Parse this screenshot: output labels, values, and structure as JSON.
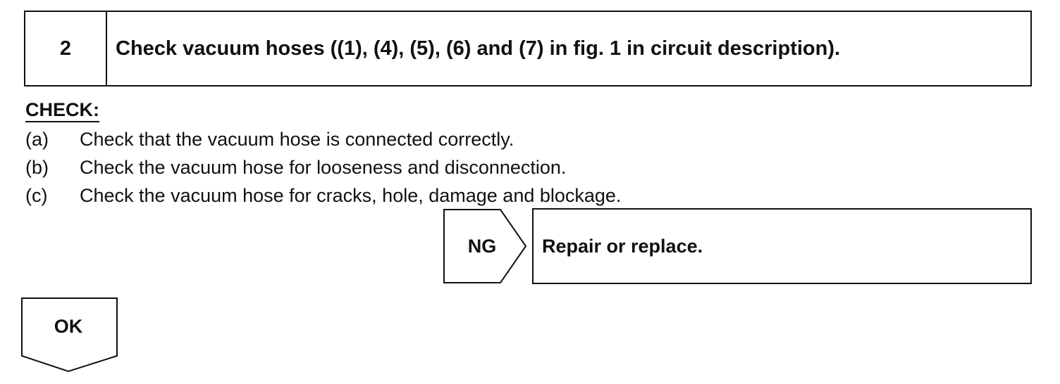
{
  "step": {
    "number": "2",
    "title": "Check vacuum hoses ((1), (4), (5), (6) and (7) in fig. 1 in circuit description)."
  },
  "check": {
    "heading": "CHECK:",
    "items": [
      {
        "letter": "(a)",
        "text": "Check that the vacuum hose is connected correctly."
      },
      {
        "letter": "(b)",
        "text": "Check the vacuum hose for looseness and disconnection."
      },
      {
        "letter": "(c)",
        "text": "Check the vacuum hose for cracks, hole, damage and blockage."
      }
    ]
  },
  "ng": {
    "label": "NG",
    "action": "Repair or replace."
  },
  "ok": {
    "label": "OK"
  }
}
